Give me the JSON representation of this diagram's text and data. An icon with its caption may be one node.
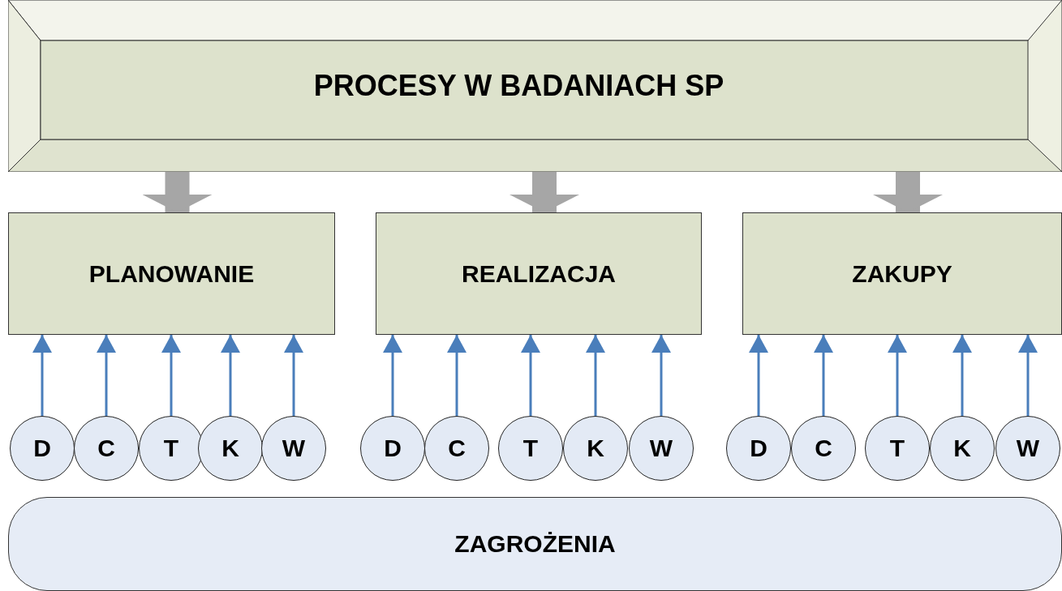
{
  "diagram": {
    "nodes": [
      {
        "text": [
          "PROCESY W BADANIACH SP"
        ]
      },
      {
        "text": [
          "PLANOWANIE"
        ]
      },
      {
        "text": [
          "REALIZACJA"
        ]
      },
      {
        "text": [
          "ZAKUPY"
        ]
      },
      {
        "text": [
          "D"
        ]
      },
      {
        "text": [
          "C"
        ]
      },
      {
        "text": [
          "T"
        ]
      },
      {
        "text": [
          "K"
        ]
      },
      {
        "text": [
          "W"
        ]
      },
      {
        "text": [
          "D"
        ]
      },
      {
        "text": [
          "C"
        ]
      },
      {
        "text": [
          "T"
        ]
      },
      {
        "text": [
          "K"
        ]
      },
      {
        "text": [
          "W"
        ]
      },
      {
        "text": [
          "D"
        ]
      },
      {
        "text": [
          "C"
        ]
      },
      {
        "text": [
          "T"
        ]
      },
      {
        "text": [
          "K"
        ]
      },
      {
        "text": [
          "W"
        ]
      },
      {
        "text": [
          "ZAGROŻENIA"
        ]
      }
    ],
    "edges": [
      {
        "from": 0,
        "to": 1,
        "arrow": "to",
        "style": "thick",
        "color": "#a6a6a6"
      },
      {
        "from": 0,
        "to": 2,
        "arrow": "to",
        "style": "thick",
        "color": "#a6a6a6"
      },
      {
        "from": 0,
        "to": 3,
        "arrow": "to",
        "style": "thick",
        "color": "#a6a6a6"
      },
      {
        "from": 4,
        "to": 1,
        "arrow": "to"
      },
      {
        "from": 5,
        "to": 1,
        "arrow": "to"
      },
      {
        "from": 6,
        "to": 1,
        "arrow": "to"
      },
      {
        "from": 7,
        "to": 1,
        "arrow": "to"
      },
      {
        "from": 8,
        "to": 1,
        "arrow": "to"
      },
      {
        "from": 9,
        "to": 2,
        "arrow": "to"
      },
      {
        "from": 10,
        "to": 2,
        "arrow": "to"
      },
      {
        "from": 11,
        "to": 2,
        "arrow": "to"
      },
      {
        "from": 12,
        "to": 2,
        "arrow": "to"
      },
      {
        "from": 13,
        "to": 2,
        "arrow": "to"
      },
      {
        "from": 14,
        "to": 3,
        "arrow": "to"
      },
      {
        "from": 15,
        "to": 3,
        "arrow": "to"
      },
      {
        "from": 16,
        "to": 3,
        "arrow": "to"
      },
      {
        "from": 17,
        "to": 3,
        "arrow": "to"
      },
      {
        "from": 18,
        "to": 3,
        "arrow": "to"
      }
    ]
  }
}
